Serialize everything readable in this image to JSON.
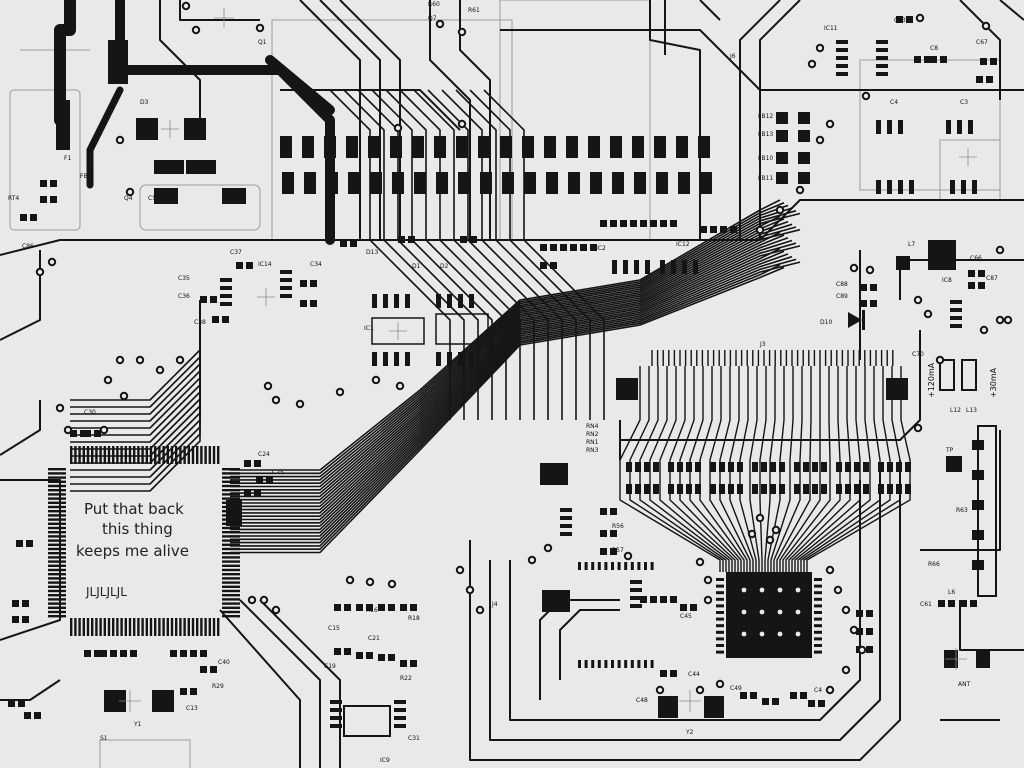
{
  "palette": {
    "board": "#e9e9e7",
    "copper": "#151515",
    "silk": "#9a9a9a"
  },
  "handwritten_note": {
    "line1": "Put that back",
    "line2": "this thing",
    "line3": "keeps me alive",
    "scribble": "JLJLJLJL"
  },
  "rail_labels": {
    "high": "+120mA",
    "low": "+30mA",
    "ant": "ANT"
  },
  "designators": {
    "top": [
      "R60",
      "R61",
      "Q7",
      "Q1",
      "D3",
      "F1",
      "FB1",
      "Q4",
      "C5",
      "J6"
    ],
    "left": [
      "C37",
      "IC14",
      "C34",
      "C35",
      "C36",
      "C38",
      "C30",
      "C86",
      "RT4"
    ],
    "mid": [
      "D13",
      "D1",
      "D2",
      "IC2",
      "IC12",
      "IC1",
      "J3",
      "RN4",
      "RN2",
      "RN1",
      "RN3",
      "J4",
      "R56",
      "R57"
    ],
    "right": [
      "IC11",
      "C63",
      "C4",
      "C3",
      "C67",
      "C8",
      "FB12",
      "FB13",
      "FB10",
      "FB11",
      "L7",
      "C66",
      "C88",
      "C89",
      "C87",
      "IC8",
      "D10",
      "C70",
      "L12",
      "L13",
      "TP",
      "R63",
      "R66",
      "C61",
      "L6"
    ],
    "bottom": [
      "C24",
      "C25",
      "C15",
      "R16",
      "R18",
      "C19",
      "C21",
      "R22",
      "IC9",
      "C31",
      "R29",
      "C40",
      "C13",
      "Y1",
      "S1",
      "Y2",
      "C44",
      "C45",
      "C48",
      "C49",
      "C4"
    ]
  }
}
